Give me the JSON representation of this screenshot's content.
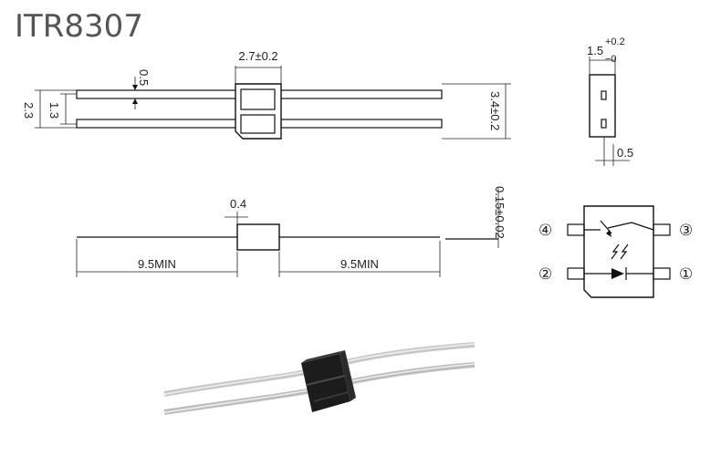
{
  "title": "ITR8307",
  "top_view": {
    "lead_width": "0.5",
    "height_total": "2.3",
    "lead_pitch": "1.3",
    "body_length": "2.7±0.2",
    "lead_span": "3.4±0.2"
  },
  "end_view": {
    "width_base": "1.5",
    "width_plus": "+0.2",
    "width_minus": "−0",
    "lead_dim": "0.5"
  },
  "side_view": {
    "standoff": "0.4",
    "lead_thickness": "0.15±0.02",
    "lead_left": "9.5MIN",
    "lead_right": "9.5MIN"
  },
  "schematic": {
    "pins": [
      "①",
      "②",
      "③",
      "④"
    ]
  },
  "colors": {
    "title": "#555555",
    "line": "#111111",
    "component_body": "#1c1c1c",
    "lead": "#d9d9d9"
  }
}
